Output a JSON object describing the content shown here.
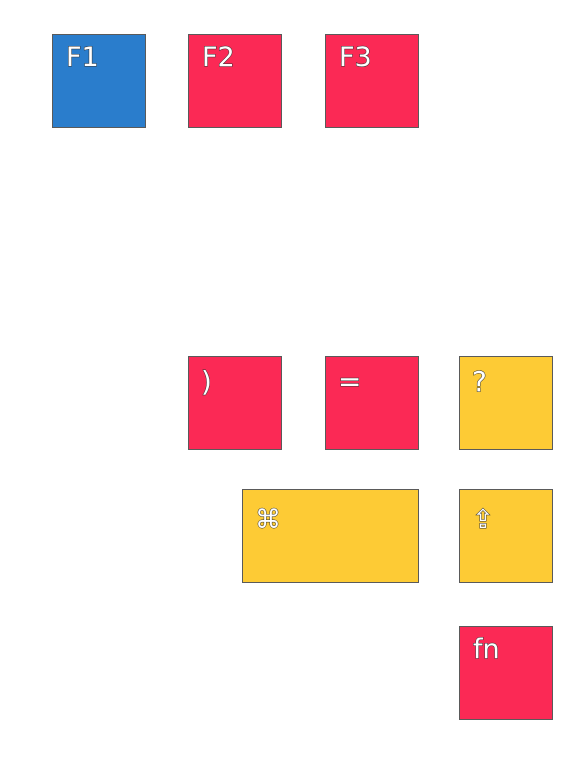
{
  "colors": {
    "blue": "#2a7dcc",
    "red": "#fb2955",
    "yellow": "#fdcb35"
  },
  "keys": [
    {
      "id": "k-f1",
      "label": "F1",
      "color": "blue"
    },
    {
      "id": "k-f2",
      "label": "F2",
      "color": "red"
    },
    {
      "id": "k-f3",
      "label": "F3",
      "color": "red"
    },
    {
      "id": "k-rp",
      "label": ")",
      "color": "red"
    },
    {
      "id": "k-eq",
      "label": "=",
      "color": "red"
    },
    {
      "id": "k-q",
      "label": "?",
      "color": "yellow"
    },
    {
      "id": "k-cmd",
      "label": "⌘",
      "color": "yellow",
      "icon": "command-icon"
    },
    {
      "id": "k-sh",
      "label": "⇪",
      "color": "yellow",
      "icon": "shift-lock-icon"
    },
    {
      "id": "k-fn",
      "label": "fn",
      "color": "red"
    }
  ]
}
